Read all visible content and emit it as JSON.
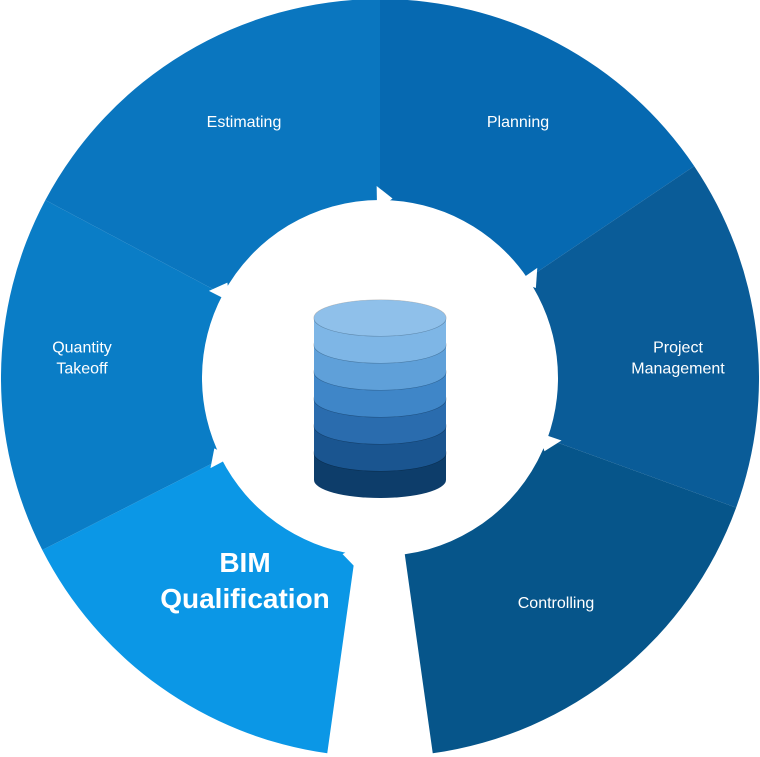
{
  "diagram": {
    "segments": [
      {
        "id": "planning",
        "lines": [
          "Planning"
        ],
        "color": "#0669b1",
        "emphasis": false
      },
      {
        "id": "project-management",
        "lines": [
          "Project",
          "Management"
        ],
        "color": "#0a5c98",
        "emphasis": false
      },
      {
        "id": "controlling",
        "lines": [
          "Controlling"
        ],
        "color": "#06558a",
        "emphasis": false
      },
      {
        "id": "bim-qualification",
        "lines": [
          "BIM",
          "Qualification"
        ],
        "color": "#0b97e6",
        "emphasis": true
      },
      {
        "id": "quantity-takeoff",
        "lines": [
          "Quantity",
          "Takeoff"
        ],
        "color": "#0a7dc6",
        "emphasis": false
      },
      {
        "id": "estimating",
        "lines": [
          "Estimating"
        ],
        "color": "#0a76bf",
        "emphasis": false
      }
    ],
    "center_icon": "database-stack-icon",
    "database_layer_colors": [
      "#7eb6e6",
      "#5fa0d9",
      "#3f86c8",
      "#2a6cae",
      "#1a5590",
      "#0d3d6a"
    ]
  }
}
